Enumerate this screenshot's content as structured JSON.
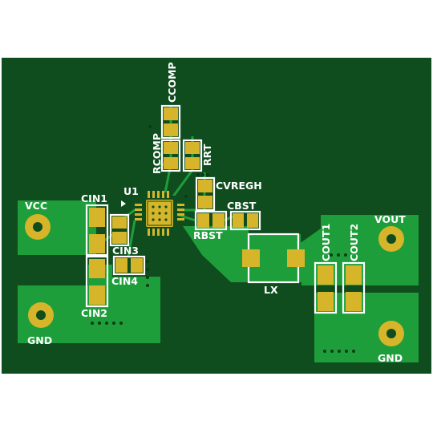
{
  "board": {
    "colors": {
      "background": "#ffffff",
      "substrate": "#0f4d1f",
      "copper_pour": "#1e9e3a",
      "pad": "#d6b52a",
      "silkscreen": "#ffffff"
    },
    "labels": {
      "vcc": "VCC",
      "gnd_left": "GND",
      "vout": "VOUT",
      "gnd_right": "GND",
      "u1": "U1",
      "cin1": "CIN1",
      "cin2": "CIN2",
      "cin3": "CIN3",
      "cin4": "CIN4",
      "ccomp": "CCOMP",
      "rcomp": "RCOMP",
      "rrt": "RRT",
      "cvregh": "CVREGH",
      "cbst": "CBST",
      "rbst": "RBST",
      "lx": "LX",
      "cout1": "COUT1",
      "cout2": "COUT2"
    }
  }
}
